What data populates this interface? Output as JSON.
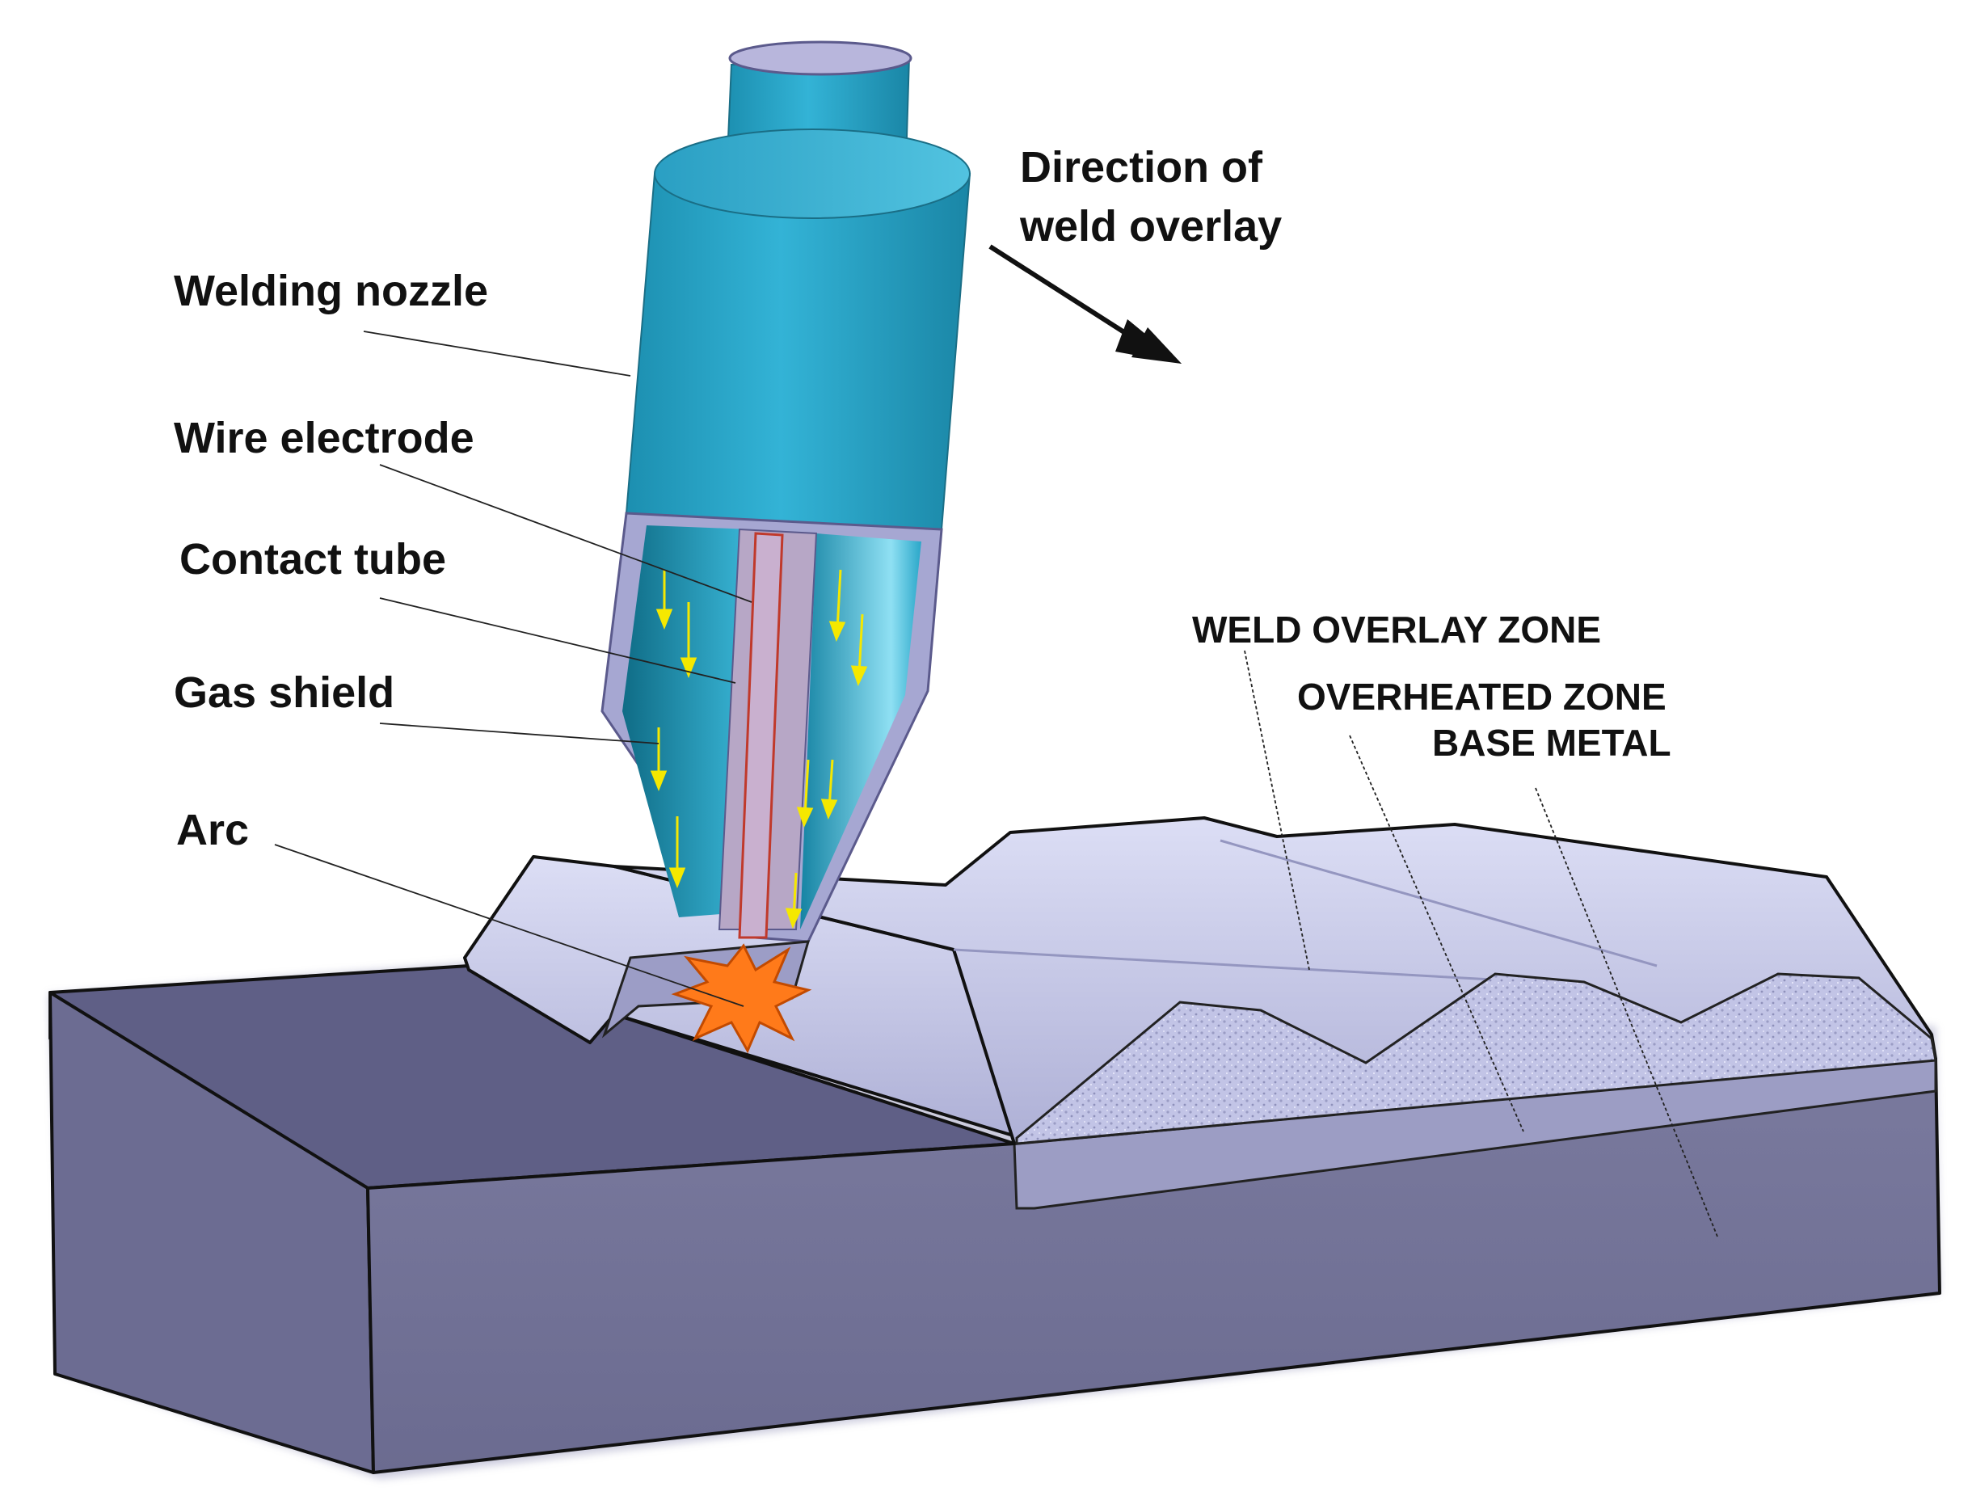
{
  "labels": {
    "welding_nozzle": "Welding nozzle",
    "wire_electrode": "Wire electrode",
    "contact_tube": "Contact tube",
    "gas_shield": "Gas shield",
    "arc": "Arc",
    "direction_line1": "Direction of",
    "direction_line2": "weld overlay",
    "weld_overlay_zone": "WELD OVERLAY ZONE",
    "overheated_zone": "OVERHEATED ZONE",
    "base_metal": "BASE METAL"
  },
  "colors": {
    "nozzle_teal": "#2aa7c9",
    "nozzle_dark": "#1b8aa8",
    "block_top": "#5f5f86",
    "block_front": "#757598",
    "block_side": "#6a6a8e",
    "overlay_bead": "#c6c8ea",
    "overlay_texture": "#b4b6d8",
    "arc_orange": "#ff7a1a",
    "gas_flow_yellow": "#f5e800"
  }
}
